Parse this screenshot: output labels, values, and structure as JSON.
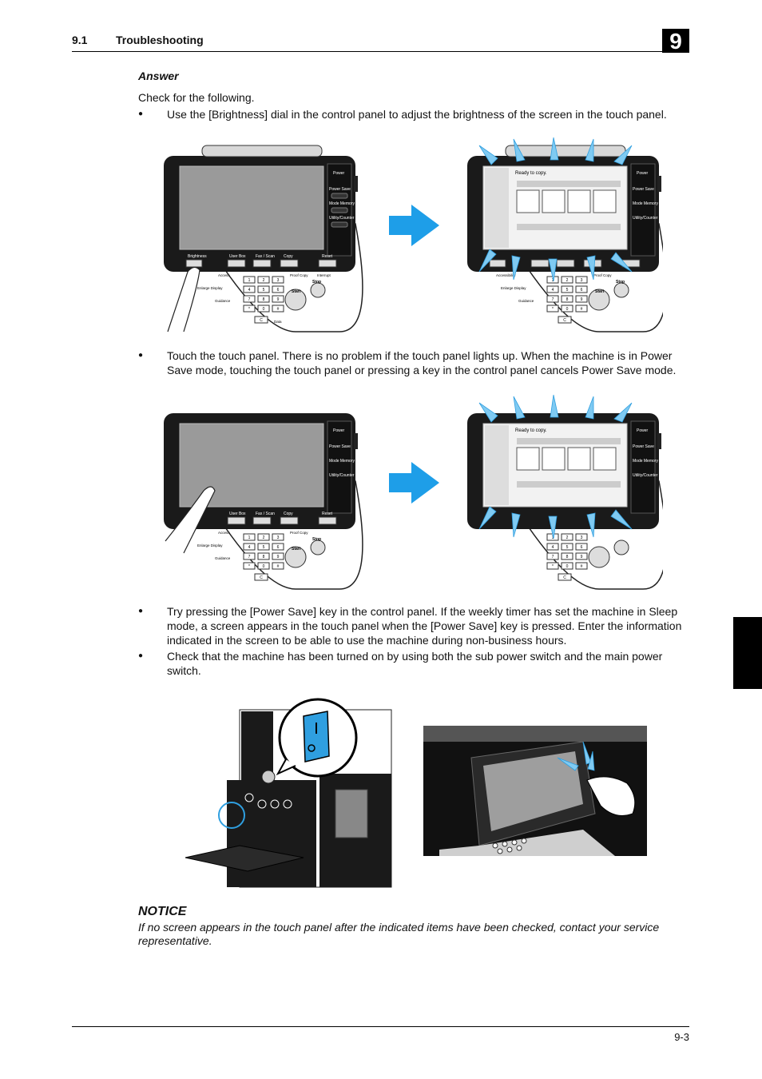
{
  "header": {
    "section_number": "9.1",
    "section_title": "Troubleshooting",
    "chapter_number": "9"
  },
  "content": {
    "answer_label": "Answer",
    "intro": "Check for the following.",
    "bullets": [
      "Use the [Brightness] dial in the control panel to adjust the brightness of the screen in the touch panel.",
      "Touch the touch panel. There is no problem if the touch panel lights up. When the machine is in Power Save mode, touching the touch panel or pressing a key in the control panel cancels Power Save mode.",
      "Try pressing the [Power Save] key in the control panel. If the weekly timer has set the machine in Sleep mode, a screen appears in the touch panel when the [Power Save] key is pressed. Enter the information indicated in the screen to be able to use the machine during non-business hours.",
      "Check that the machine has been turned on by using both the sub power switch and the main power switch."
    ]
  },
  "panel_labels": {
    "power": "Power",
    "power_save": "Power Save",
    "mode_memory": "Mode Memory",
    "utility_counter": "Utility/Counter",
    "brightness": "Brightness",
    "user_box": "User Box",
    "fax_scan": "Fax / Scan",
    "copy": "Copy",
    "reset": "Reset",
    "accessibility": "Accessibility",
    "access": "Access",
    "proof_copy": "Proof Copy",
    "interrupt": "Interrupt",
    "enlarge_display": "Enlarge Display",
    "guidance": "Guidance",
    "start": "Start",
    "stop": "Stop",
    "data": "Data",
    "ready_to_copy": "Ready to copy.",
    "keys": [
      "1",
      "2",
      "3",
      "4",
      "5",
      "6",
      "7",
      "8",
      "9",
      "*",
      "0",
      "#"
    ],
    "clear_key": "C"
  },
  "colors": {
    "accent_blue": "#2f9fe0",
    "arrow_blue": "#1e9ee8",
    "highlight_blue": "#7fcaf2",
    "panel_dark": "#1a1a1a",
    "screen_gray": "#9a9a9a"
  },
  "notice": {
    "title": "NOTICE",
    "text": "If no screen appears in the touch panel after the indicated items have been checked, contact your service representative."
  },
  "footer": {
    "page_number": "9-3"
  }
}
